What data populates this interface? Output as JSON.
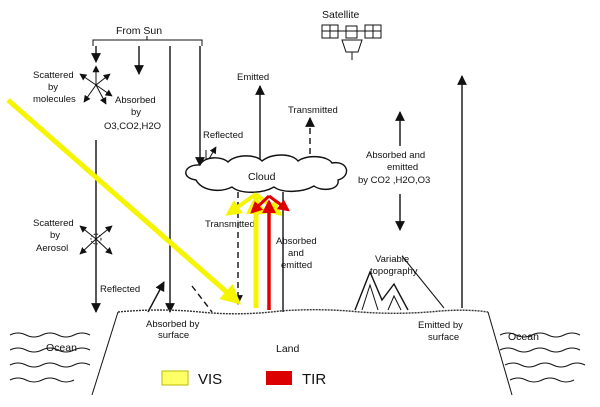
{
  "labels": {
    "satellite": "Satellite",
    "from_sun": "From Sun",
    "scattered_by_molecules": [
      "Scattered",
      "by",
      "molecules"
    ],
    "absorbed_by": [
      "Absorbed",
      "by"
    ],
    "o3_co2_h2o": "O3,CO2,H2O",
    "emitted": "Emitted",
    "transmitted_top": "Transmitted",
    "reflected_cloud": "Reflected",
    "cloud": "Cloud",
    "transmitted_under": "Transmitted",
    "absorbed_and_emitted_cloud": [
      "Absorbed",
      "and",
      "emitted"
    ],
    "absorbed_and_emitted_gas": [
      "Absorbed and",
      "emitted",
      "by CO2 ,H2O,O3"
    ],
    "scattered_by_aerosol": [
      "Scattered",
      "by",
      "Aerosol"
    ],
    "variable_topography": [
      "Variable",
      "topography"
    ],
    "reflected_surface": "Reflected",
    "absorbed_by_surface": [
      "Absorbed by",
      "surface"
    ],
    "land": "Land",
    "ocean_left": "Ocean",
    "ocean_right": "Ocean",
    "emitted_by_surface": [
      "Emitted by",
      "surface"
    ]
  },
  "legend": [
    {
      "label": "VIS",
      "color": "#ffff66"
    },
    {
      "label": "TIR",
      "color": "#dd0000"
    }
  ],
  "colors": {
    "vis_arrow": "#f5f500",
    "tir_arrow": "#e00000",
    "line": "#111111"
  }
}
